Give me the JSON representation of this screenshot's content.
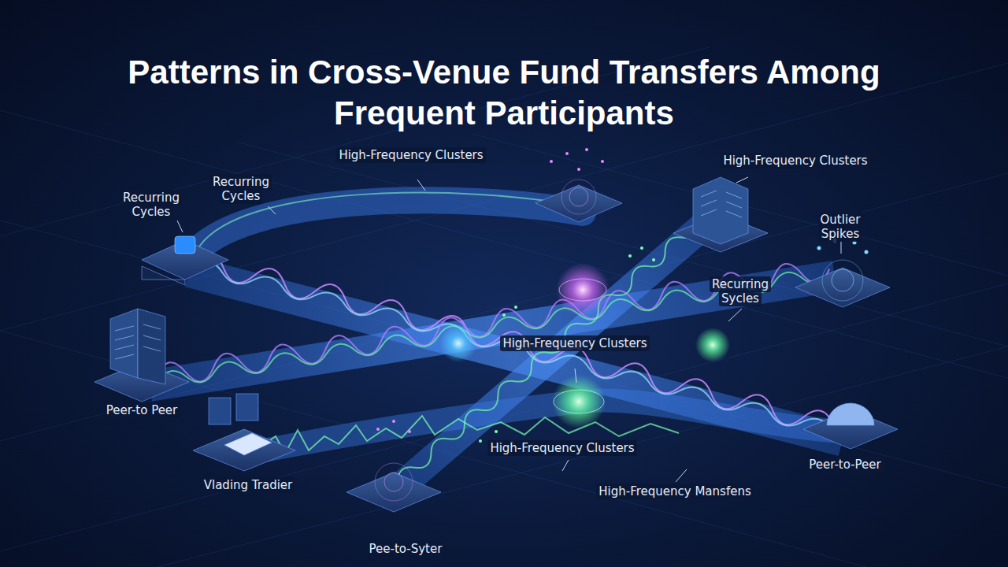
{
  "diagram": {
    "title": "Patterns in Cross-Venue Fund Transfers Among Frequent Participants",
    "labels": [
      "Recurring Cycles",
      "Recurring Cycles",
      "High-Frequency Clusters",
      "High-Frequency Clusters",
      "Outlier Spikes",
      "Recurring Sycles",
      "High-Frequency Clusters",
      "Peer-to Peer",
      "Peer-to-Peer",
      "Vlading Tradier",
      "High-Frequency Clusters",
      "High-Frequency Mansfens",
      "Pee-to-Syter"
    ]
  }
}
